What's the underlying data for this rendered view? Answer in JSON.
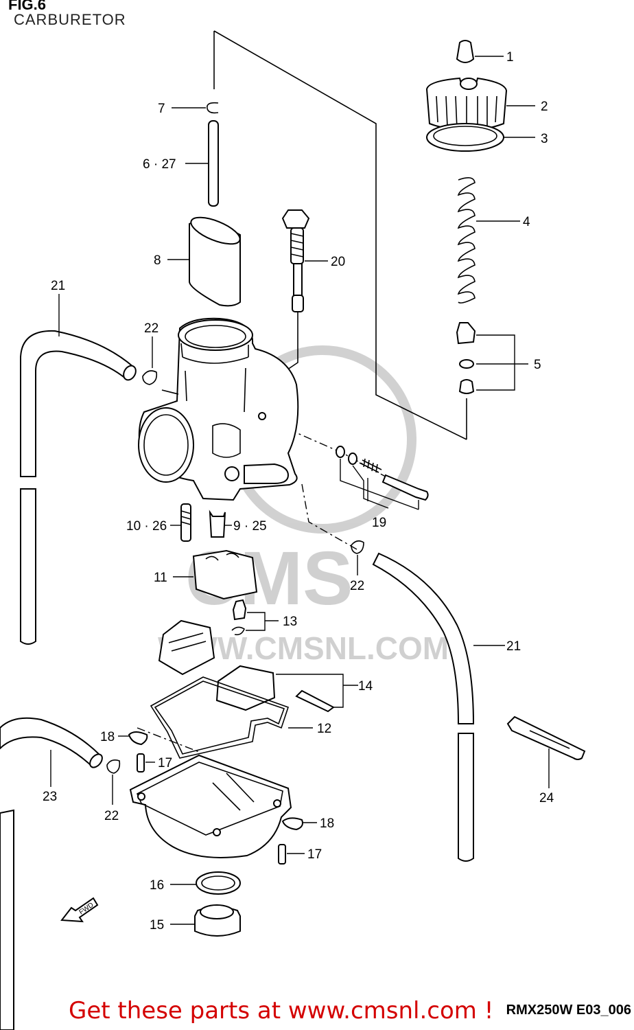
{
  "figure": {
    "title": "FIG.6",
    "subtitle": "CARBURETOR",
    "code": "RMX250W E03_006",
    "banner": "Get these parts at www.cmsnl.com !",
    "watermark": "WWW.CMSNL.COM",
    "watermark_logo": "CMS",
    "fwd_label": "FWD"
  },
  "labels": {
    "p1": "1",
    "p2": "2",
    "p3": "3",
    "p4": "4",
    "p5": "5",
    "p6": "6 · 27",
    "p7": "7",
    "p8": "8",
    "p9": "9 · 25",
    "p10": "10 · 26",
    "p11": "11",
    "p12": "12",
    "p13": "13",
    "p14": "14",
    "p15": "15",
    "p16": "16",
    "p17a": "17",
    "p17b": "17",
    "p18a": "18",
    "p18b": "18",
    "p19": "19",
    "p20": "20",
    "p21a": "21",
    "p21b": "21",
    "p22a": "22",
    "p22b": "22",
    "p22c": "22",
    "p23": "23",
    "p24": "24"
  },
  "colors": {
    "banner": "#d40000",
    "line": "#000000",
    "watermark": "#d9d9d9"
  }
}
